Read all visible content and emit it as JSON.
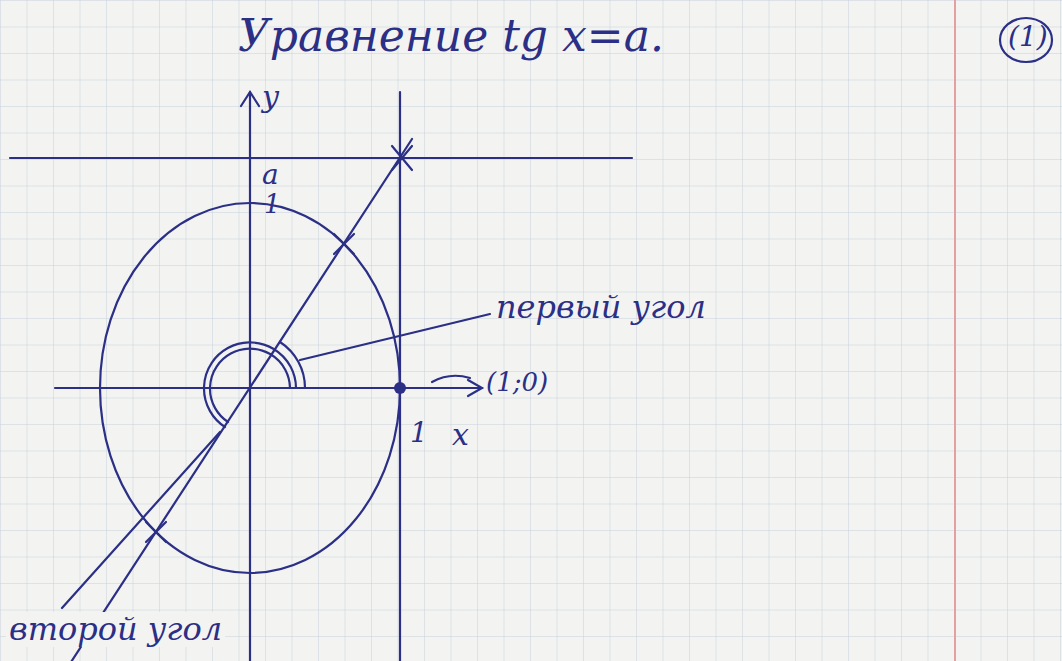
{
  "diagram": {
    "title": "Уравнение tg x=a.",
    "labels": [
      "(1)",
      "y",
      "a",
      "1",
      "первый угол",
      "(1;0)",
      "1",
      "x",
      "второй угол"
    ]
  }
}
